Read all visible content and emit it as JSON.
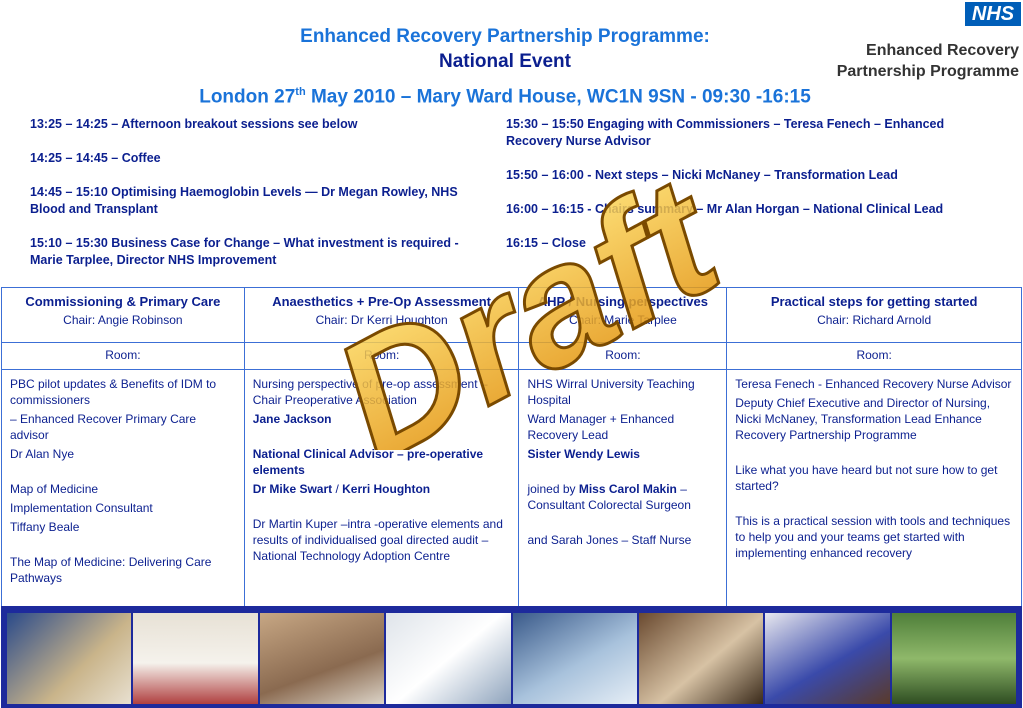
{
  "header": {
    "title_line1": "Enhanced Recovery Partnership Programme:",
    "title_line2": "National Event",
    "title_line3_pre": "London 27",
    "title_line3_sup": "th",
    "title_line3_post": " May 2010 – Mary Ward House, WC1N 9SN - 09:30 -16:15"
  },
  "logo": {
    "nhs": "NHS",
    "line1": "Enhanced Recovery",
    "line2": "Partnership Programme"
  },
  "watermark": "Draft",
  "schedule_left": [
    "13:25  – 14:25 – Afternoon breakout sessions see below",
    "14:25 – 14:45 – Coffee",
    "14:45  – 15:10 Optimising Haemoglobin Levels — Dr Megan Rowley, NHS Blood and Transplant",
    "15:10 – 15:30 Business Case for  Change – What investment is required  - Marie Tarplee, Director NHS Improvement"
  ],
  "schedule_right": [
    "15:30 – 15:50 Engaging  with Commissioners – Teresa Fenech – Enhanced Recovery Nurse Advisor",
    "15:50 – 16:00 - Next steps – Nicki McNaney – Transformation Lead",
    "16:00 – 16:15 - Chairs summary – Mr Alan Horgan – National Clinical Lead",
    "16:15 – Close"
  ],
  "sessions": [
    {
      "title": "Commissioning & Primary Care",
      "chair": "Chair: Angie Robinson",
      "room": "Room:",
      "body": {
        "p1": "PBC pilot updates  & Benefits of IDM to commissioners",
        "p2": "– Enhanced Recover Primary Care advisor",
        "p3": "Dr Alan Nye",
        "p4": "Map of Medicine",
        "p5": "Implementation Consultant",
        "p6": "Tiffany Beale",
        "p7": "The Map of Medicine: Delivering Care Pathways"
      }
    },
    {
      "title": "Anaesthetics + Pre-Op Assessment",
      "chair": "Chair: Dr Kerri Houghton",
      "room": "Room:",
      "body": {
        "p1": "Nursing perspective of  pre-op assessment – Chair Preoperative Association",
        "p2": "Jane Jackson",
        "p3a": "National Clinical Advisor",
        "p3b": " – pre-operative elements",
        "p4a": "Dr Mike Swart",
        "p4b": " / ",
        "p4c": "Kerri Houghton",
        "p5": "Dr Martin Kuper –intra -operative elements and results of individualised goal directed audit – National Technology Adoption Centre"
      }
    },
    {
      "title": "AHP / Nursing perspectives",
      "chair": "Chair: Marie Tarplee",
      "room": "Room:",
      "body": {
        "p1": "NHS Wirral University Teaching Hospital",
        "p2": "Ward Manager + Enhanced Recovery Lead",
        "p3": "Sister Wendy Lewis",
        "p4a": "joined by ",
        "p4b": "Miss Carol Makin",
        "p4c": " – Consultant Colorectal Surgeon",
        "p5": "and Sarah Jones – Staff  Nurse"
      }
    },
    {
      "title": "Practical steps for getting started",
      "chair": "Chair: Richard Arnold",
      "room": "Room:",
      "body": {
        "p1": "Teresa Fenech - Enhanced Recovery Nurse Advisor",
        "p2": "Deputy Chief Executive and Director of Nursing, Nicki McNaney, Transformation Lead Enhance Recovery  Partnership Programme",
        "p3": "Like what you have heard but not sure how to get started?",
        "p4": "This is a practical session with tools and techniques to help you and your teams get started with implementing enhanced recovery"
      }
    }
  ],
  "colors": {
    "title_blue": "#1a73d9",
    "navy": "#0b1f8f",
    "nhs_blue": "#005eb8",
    "table_border": "#3c6fd6",
    "strip": "#1d2a9c",
    "draft_fill": "#f4b400",
    "draft_outline": "#7a4a00"
  },
  "photos": [
    "photo-1",
    "photo-2",
    "photo-3",
    "photo-4",
    "photo-5",
    "photo-6",
    "photo-7",
    "photo-8"
  ]
}
